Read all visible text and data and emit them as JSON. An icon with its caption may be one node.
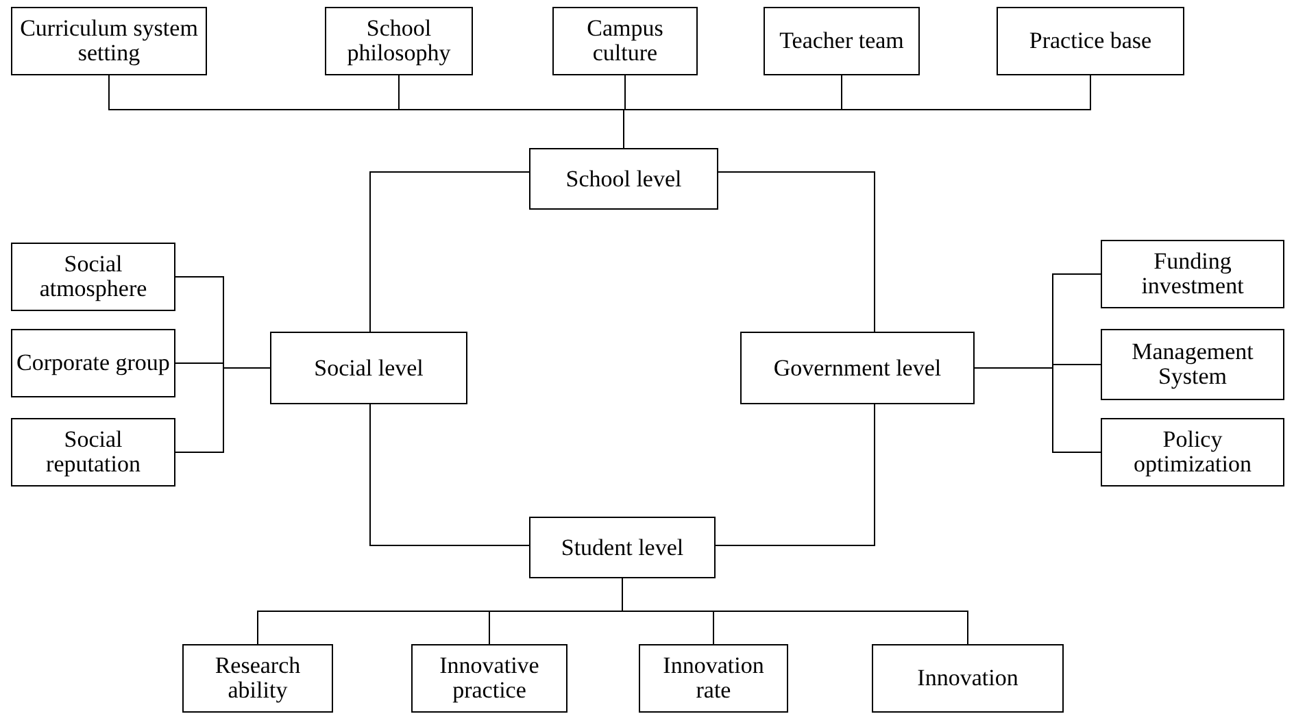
{
  "diagram": {
    "nodes": [
      {
        "text": [
          "Curriculum system setting"
        ]
      },
      {
        "text": [
          "School philosophy"
        ]
      },
      {
        "text": [
          "Campus culture"
        ]
      },
      {
        "text": [
          "Teacher team"
        ]
      },
      {
        "text": [
          "Practice base"
        ]
      },
      {
        "text": [
          "School level"
        ]
      },
      {
        "text": [
          "Social atmosphere"
        ]
      },
      {
        "text": [
          "Corporate group"
        ]
      },
      {
        "text": [
          "Social reputation"
        ]
      },
      {
        "text": [
          "Social level"
        ]
      },
      {
        "text": [
          "Government level"
        ]
      },
      {
        "text": [
          "Funding investment"
        ]
      },
      {
        "text": [
          "Management System"
        ]
      },
      {
        "text": [
          "Policy optimization"
        ]
      },
      {
        "text": [
          "Student level"
        ]
      },
      {
        "text": [
          "Research ability"
        ]
      },
      {
        "text": [
          "Innovative practice"
        ]
      },
      {
        "text": [
          "Innovation rate"
        ]
      },
      {
        "text": [
          "Innovation"
        ]
      }
    ],
    "edges": [
      {
        "from": 0,
        "to": 5,
        "arrow": "none"
      },
      {
        "from": 1,
        "to": 5,
        "arrow": "none"
      },
      {
        "from": 2,
        "to": 5,
        "arrow": "none"
      },
      {
        "from": 3,
        "to": 5,
        "arrow": "none"
      },
      {
        "from": 4,
        "to": 5,
        "arrow": "none"
      },
      {
        "from": 5,
        "to": 9,
        "arrow": "none"
      },
      {
        "from": 5,
        "to": 10,
        "arrow": "none"
      },
      {
        "from": 6,
        "to": 9,
        "arrow": "none"
      },
      {
        "from": 7,
        "to": 9,
        "arrow": "none"
      },
      {
        "from": 8,
        "to": 9,
        "arrow": "none"
      },
      {
        "from": 10,
        "to": 11,
        "arrow": "none"
      },
      {
        "from": 10,
        "to": 12,
        "arrow": "none"
      },
      {
        "from": 10,
        "to": 13,
        "arrow": "none"
      },
      {
        "from": 9,
        "to": 14,
        "arrow": "none"
      },
      {
        "from": 10,
        "to": 14,
        "arrow": "none"
      },
      {
        "from": 14,
        "to": 15,
        "arrow": "none"
      },
      {
        "from": 14,
        "to": 16,
        "arrow": "none"
      },
      {
        "from": 14,
        "to": 17,
        "arrow": "none"
      },
      {
        "from": 14,
        "to": 18,
        "arrow": "none"
      }
    ]
  }
}
